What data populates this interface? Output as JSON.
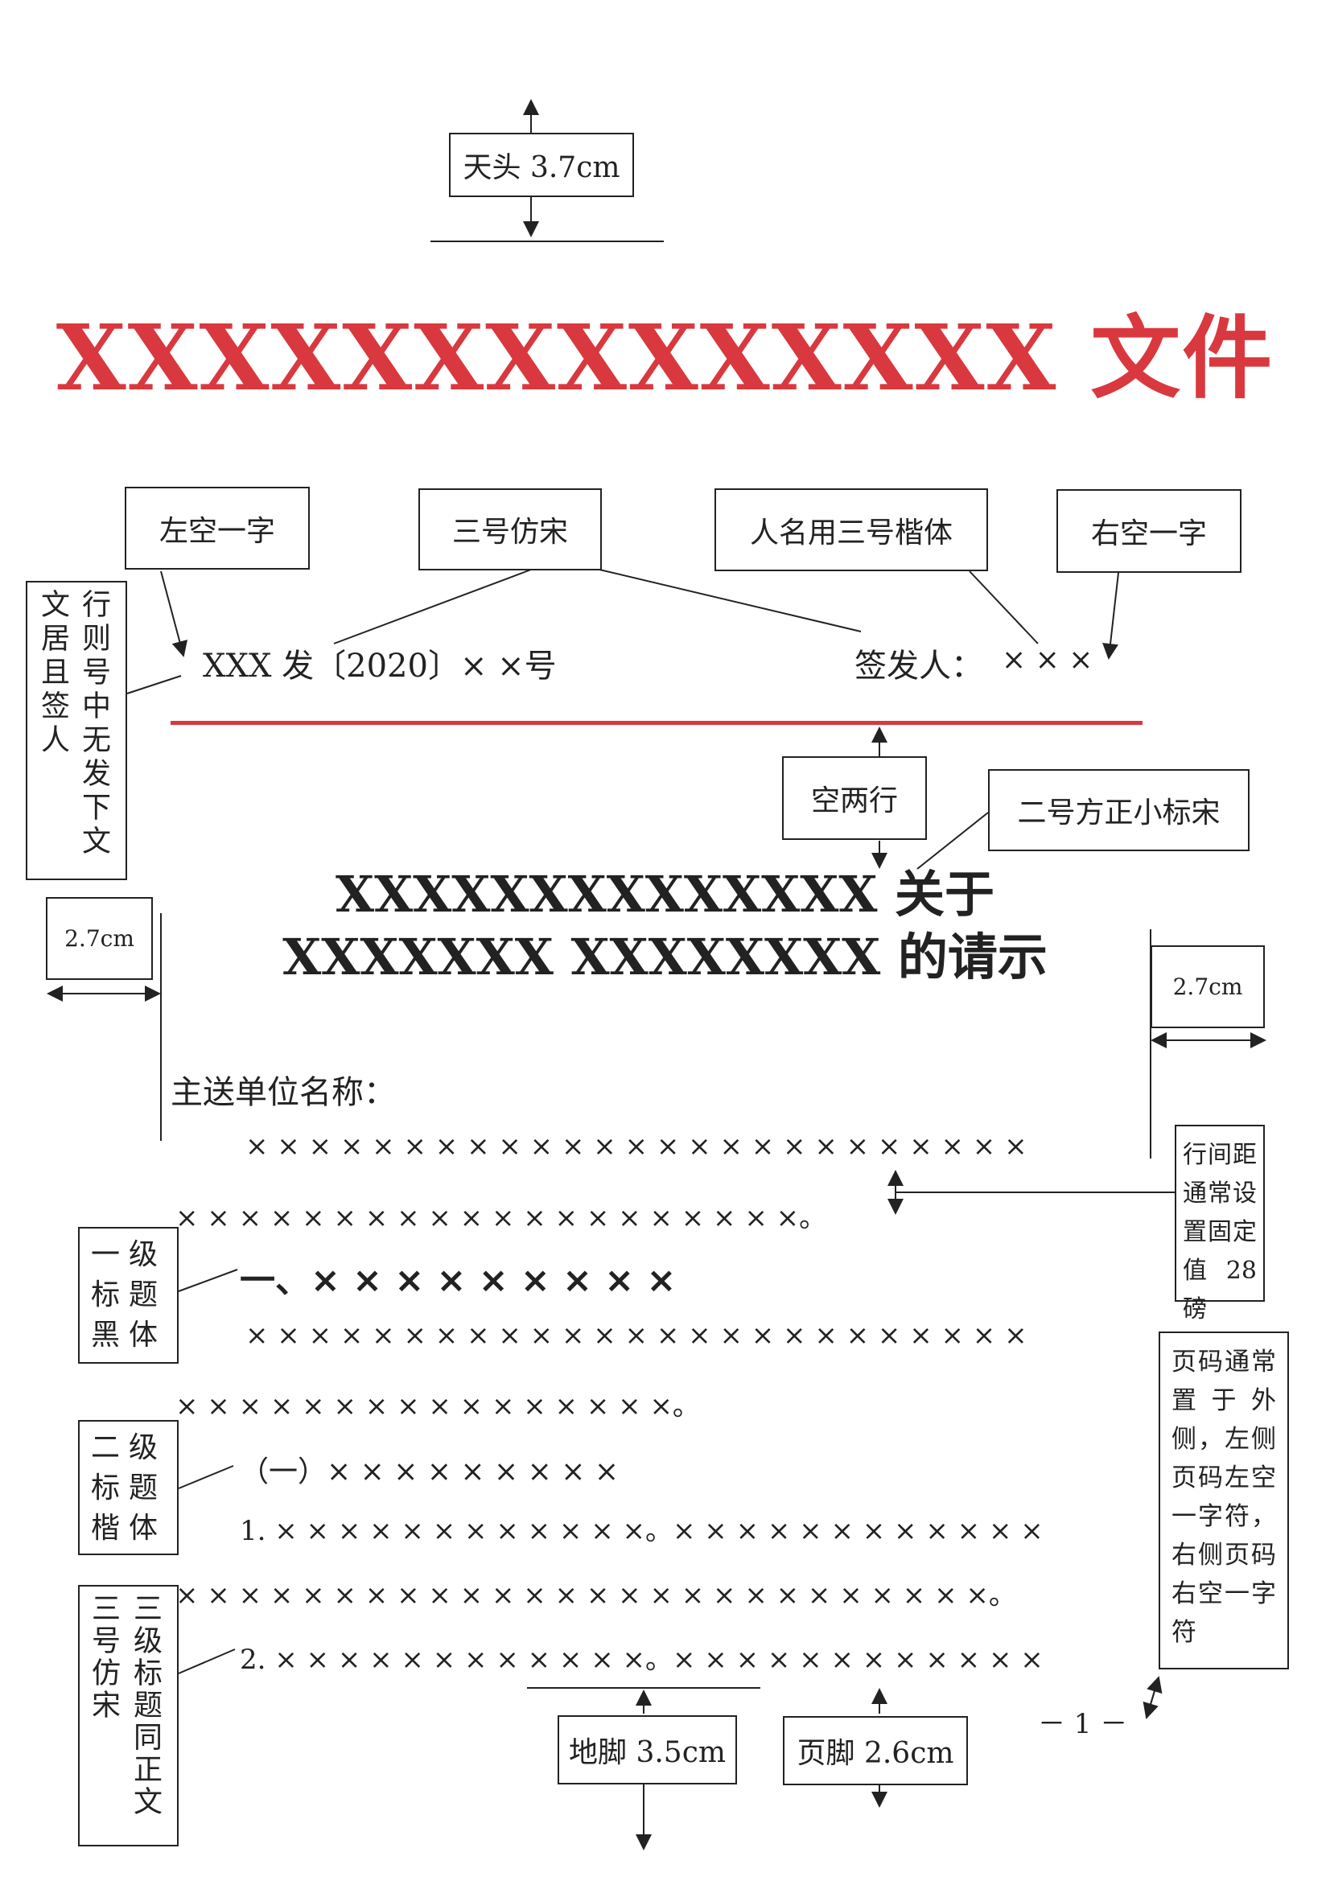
{
  "header": {
    "top_margin_label": "天头 3.7cm",
    "red_title": "XXXXXXXXXXXXXX 文件"
  },
  "issue_line": {
    "doc_number": "XXX 发〔2020〕× ×号",
    "signer_label": "签发人：",
    "signer_name": "× × ×"
  },
  "annotations": {
    "left_indent": "左空一字",
    "font_fangsong": "三号仿宋",
    "signer_font": "人名用三号楷体",
    "right_indent": "右空一字",
    "no_signer_note": "行则号中无发下文文居且签人",
    "blank_two_lines": "空两行",
    "title_font": "二号方正小标宋",
    "left_margin": "2.7cm",
    "right_margin": "2.7cm",
    "line_spacing": "行间距通常设置固定值28磅",
    "level1": "一级标题黑体",
    "level2": "二级标题楷体",
    "level3": "三级标题同正文三号仿宋",
    "page_number_note": "页码通常置于外侧，左侧页码左空一字符，右侧页码右空一字符",
    "bottom_margin": "地脚 3.5cm",
    "footer": "页脚 2.6cm"
  },
  "document": {
    "title_line1": "XXXXXXXXXXXXXX 关于",
    "title_line2": "XXXXXXX XXXXXXXX 的请示",
    "recipient": "主送单位名称：",
    "para1_line1": "× × × × × × × × × × × × × × × × × × × × × × × × ×",
    "para1_line2": "× × × × × × × × × × × × × × × × × × × ×。",
    "heading1": "一、× × × × × × × × ×",
    "para2_line1": "× × × × × × × × × × × × × × × × × × × × × × × × ×",
    "para2_line2": "× × × × × × × × × × × × × × × ×。",
    "heading2": "（一）× × × × × × × × ×",
    "item1_line1": "1. × × × × × × × × × × × ×。× × × × × × × × × × × ×",
    "item1_line2": "× × × × × × × × × × × × × × × × × × × × × × × × × ×。",
    "item2_line1": "2. × × × × × × × × × × × ×。× × × × × × × × × × × ×",
    "page_number": "－ 1 －"
  }
}
